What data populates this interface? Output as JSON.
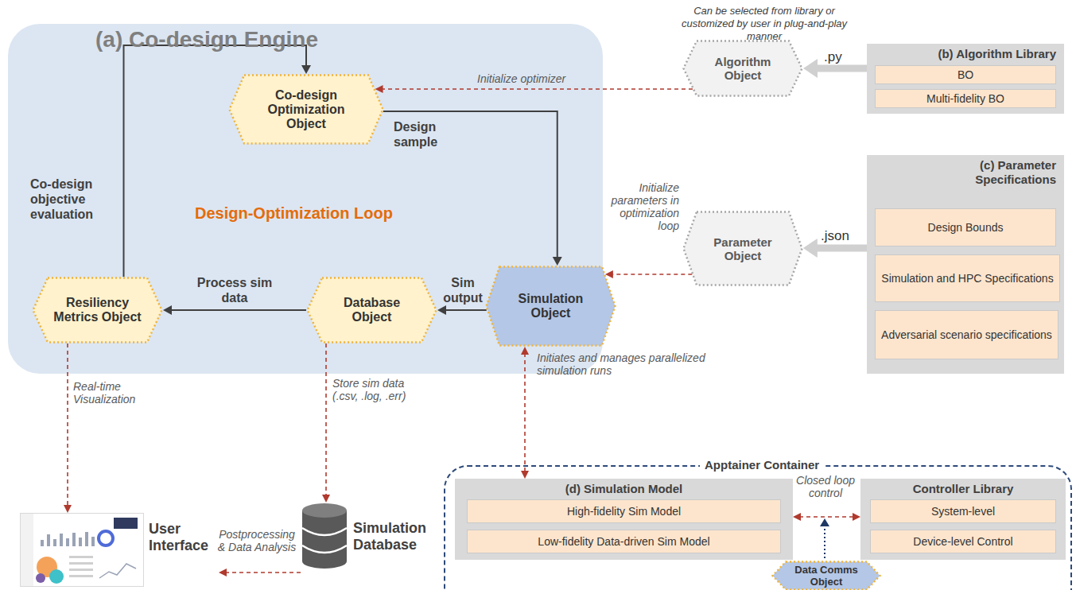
{
  "diagram": {
    "nodes": [
      {
        "text": [
          "(a) Co-design Engine"
        ]
      },
      {
        "text": [
          "Co-design Optimization Object"
        ],
        "in": 0
      },
      {
        "text": [
          "Simulation Object"
        ],
        "in": 0
      },
      {
        "text": [
          "Database Object"
        ],
        "in": 0
      },
      {
        "text": [
          "Resiliency Metrics Object"
        ],
        "in": 0
      },
      {
        "text": [
          "Algorithm Object"
        ]
      },
      {
        "text": [
          "(b) Algorithm Library"
        ]
      },
      {
        "text": [
          "BO"
        ],
        "in": 6
      },
      {
        "text": [
          "Multi-fidelity BO"
        ],
        "in": 6
      },
      {
        "text": [
          "Parameter Object"
        ]
      },
      {
        "text": [
          "(c) Parameter Specifications"
        ]
      },
      {
        "text": [
          "Design Bounds"
        ],
        "in": 10
      },
      {
        "text": [
          "Simulation and HPC Specifications"
        ],
        "in": 10
      },
      {
        "text": [
          "Adversarial scenario specifications"
        ],
        "in": 10
      },
      {
        "text": [
          "Apptainer Container"
        ]
      },
      {
        "text": [
          "(d) Simulation Model"
        ],
        "in": 14
      },
      {
        "text": [
          "High-fidelity Sim Model"
        ],
        "in": 15
      },
      {
        "text": [
          "Low-fidelity Data-driven Sim Model"
        ],
        "in": 15
      },
      {
        "text": [
          "Controller Library"
        ],
        "in": 14
      },
      {
        "text": [
          "System-level"
        ],
        "in": 18
      },
      {
        "text": [
          "Device-level Control"
        ],
        "in": 18
      },
      {
        "text": [
          "Data Comms Object"
        ],
        "in": 14
      },
      {
        "text": [
          "Simulation Database"
        ]
      },
      {
        "text": [
          "User Interface"
        ]
      }
    ],
    "edges": [
      {
        "from": 1,
        "to": 2,
        "label": "Design sample",
        "arrow": "to"
      },
      {
        "from": 2,
        "to": 3,
        "label": "Sim output",
        "arrow": "to"
      },
      {
        "from": 3,
        "to": 4,
        "label": "Process sim data",
        "arrow": "to"
      },
      {
        "from": 4,
        "to": 1,
        "label": "Co-design objective evaluation",
        "arrow": "to"
      },
      {
        "from": 5,
        "to": 1,
        "label": "Initialize optimizer",
        "arrow": "to"
      },
      {
        "from": 9,
        "to": 2,
        "label": "Initialize parameters in optimization loop",
        "arrow": "to"
      },
      {
        "from": 2,
        "to": 15,
        "label": "Initiates and manages parallelized simulation runs",
        "arrow": "both"
      },
      {
        "from": 15,
        "to": 18,
        "label": "Closed loop control",
        "arrow": "both"
      },
      {
        "from": 4,
        "to": 23,
        "label": "Real-time Visualization",
        "arrow": "to"
      },
      {
        "from": 3,
        "to": 22,
        "label": "Store sim data (.csv, .log, .err)",
        "arrow": "to"
      },
      {
        "from": 22,
        "to": 23,
        "label": "Postprocessing & Data Analysis",
        "arrow": "to"
      },
      {
        "from": 6,
        "to": 5,
        "label": ".py",
        "arrow": "to"
      },
      {
        "from": 10,
        "to": 9,
        "label": ".json",
        "arrow": "to"
      }
    ],
    "labels": [
      "Design-Optimization Loop",
      "Can be selected from library or customized by user in plug-and-play manner"
    ]
  }
}
